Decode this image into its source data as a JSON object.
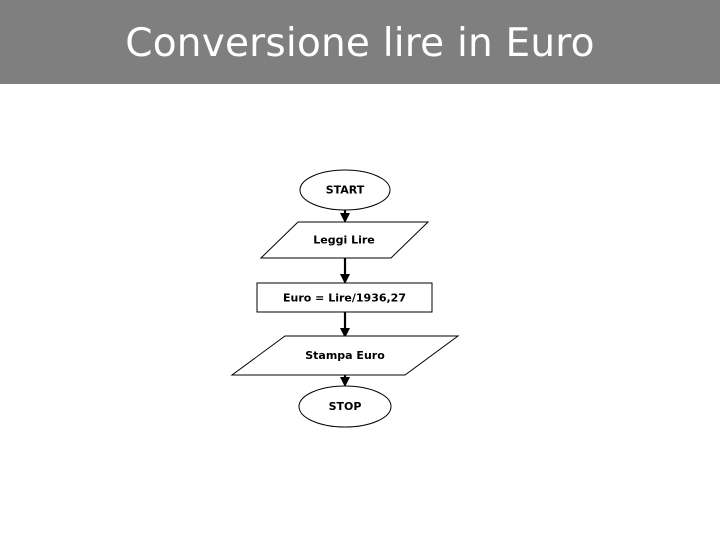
{
  "slide": {
    "title": "Conversione lire in Euro",
    "banner_color": "#7f7f7f",
    "title_color": "#ffffff",
    "background_color": "#ffffff"
  },
  "flowchart": {
    "shape_fill": "#ffffff",
    "shape_stroke": "#000000",
    "connector_color": "#000000",
    "nodes": [
      {
        "id": "start",
        "type": "terminator",
        "label": "START"
      },
      {
        "id": "input",
        "type": "parallelogram",
        "label": "Leggi Lire"
      },
      {
        "id": "process",
        "type": "rectangle",
        "label": "Euro = Lire/1936,27"
      },
      {
        "id": "output",
        "type": "parallelogram",
        "label": "Stampa Euro"
      },
      {
        "id": "stop",
        "type": "terminator",
        "label": "STOP"
      }
    ],
    "connectors": [
      {
        "from": "start",
        "to": "input"
      },
      {
        "from": "input",
        "to": "process"
      },
      {
        "from": "process",
        "to": "output"
      },
      {
        "from": "output",
        "to": "stop"
      }
    ]
  }
}
